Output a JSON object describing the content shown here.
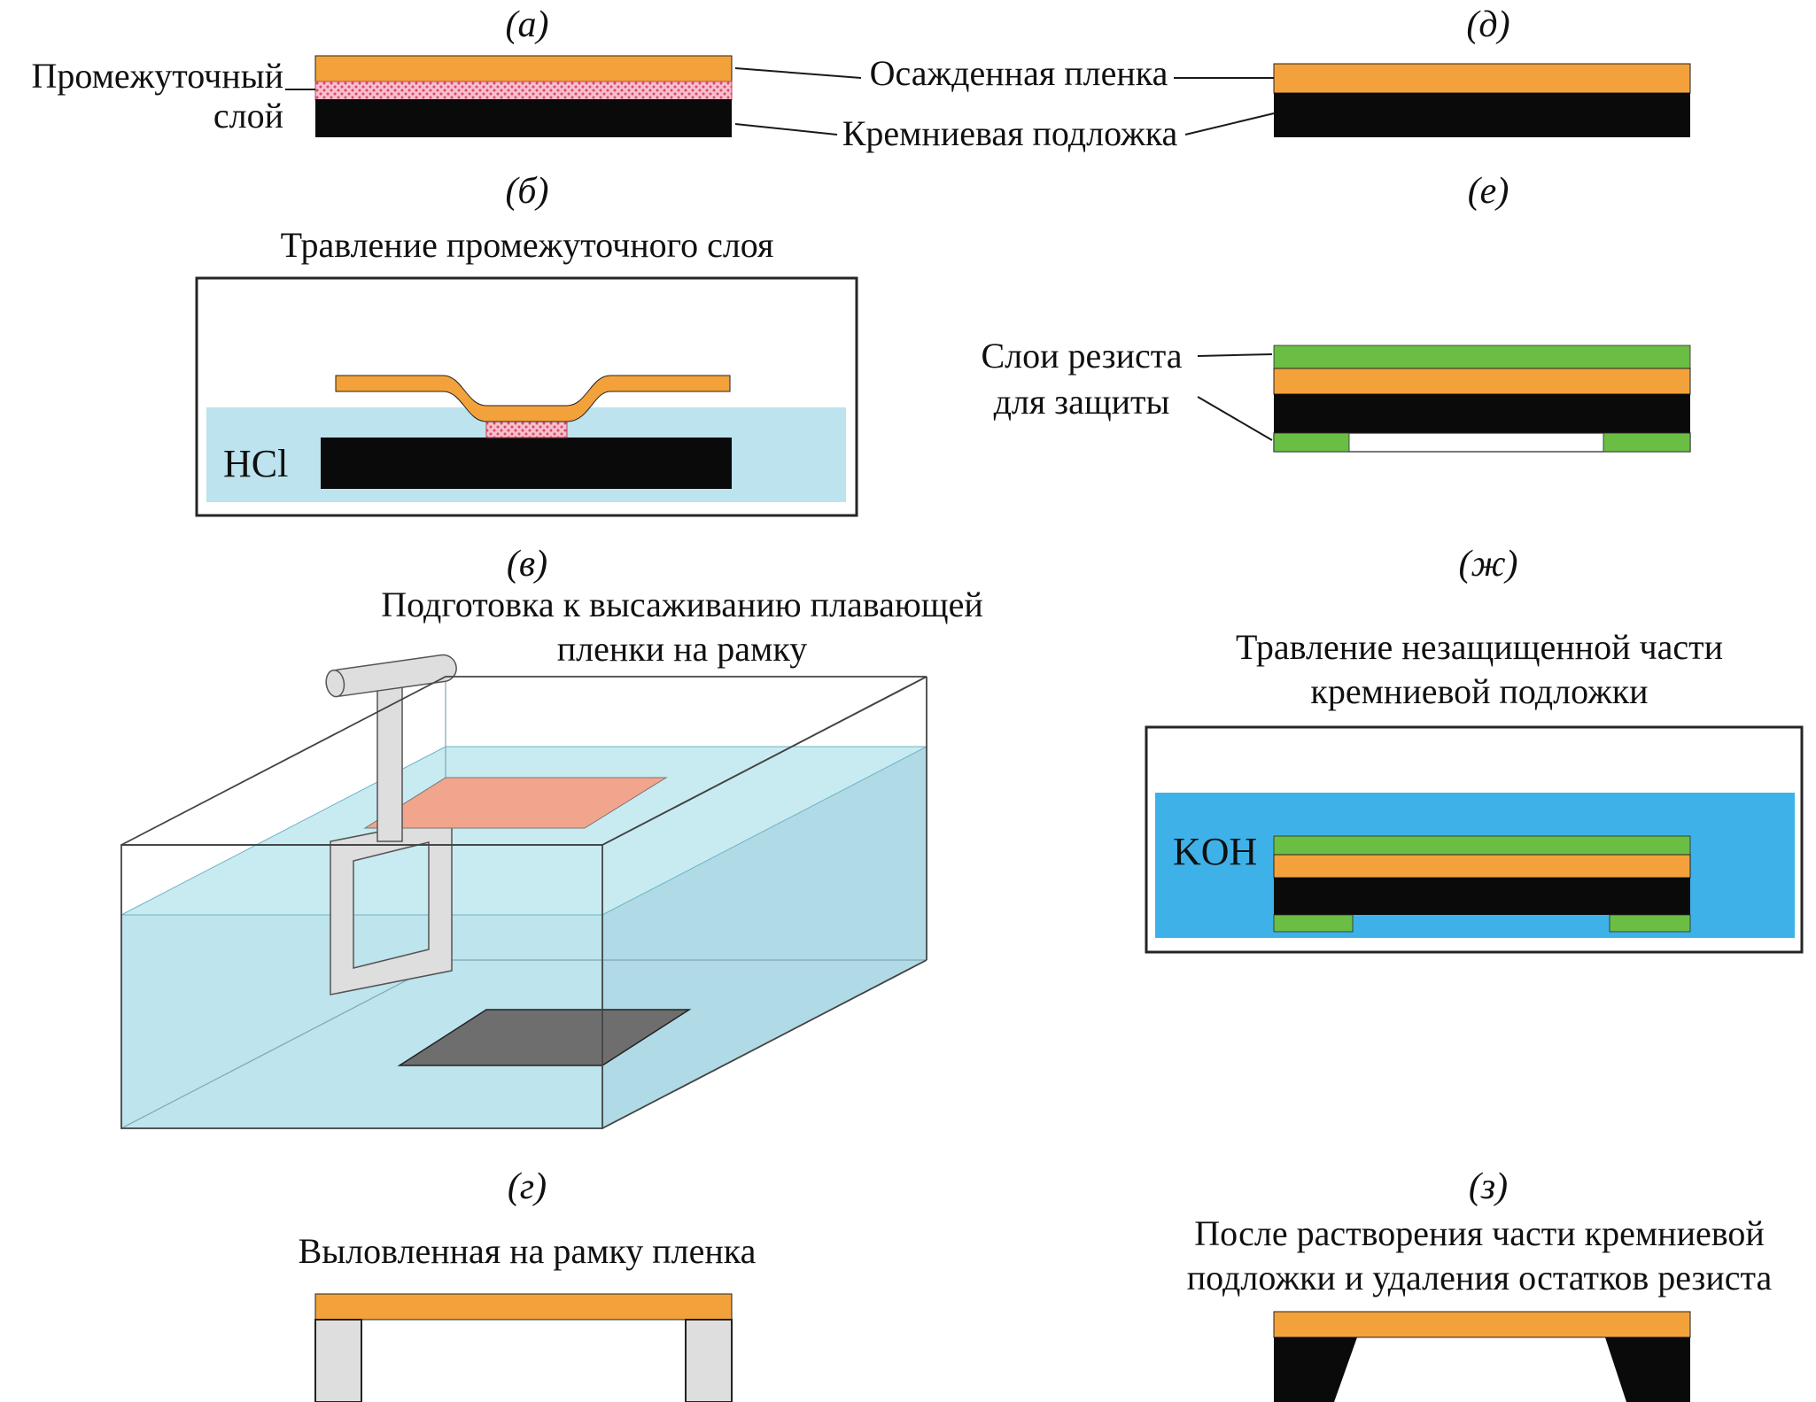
{
  "colors": {
    "orange": "#F3A23B",
    "pink": "#F7BFCB",
    "pink_dot": "#D9486B",
    "black": "#0A0A0A",
    "bath_light": "#BCE3EE",
    "bath_blue": "#3EB2E8",
    "green": "#6BBE44",
    "frame_gray": "#DEDEDE",
    "plate_gray": "#6E6E6E",
    "film_salmon": "#F2A58D",
    "water_front": "#BEE4ED",
    "water_side": "#B0DAE6",
    "water_surface": "#C8EBF2"
  },
  "top": {
    "panel_a_label": "(а)",
    "panel_d_label": "(д)",
    "intermediate_layer_label_line1": "Промежуточный",
    "intermediate_layer_label_line2": "слой",
    "deposited_film_label": "Осажденная пленка",
    "substrate_label": "Кремниевая подложка"
  },
  "panel_b": {
    "label": "(б)",
    "title": "Травление промежуточного слоя",
    "etchant": "HCl"
  },
  "panel_e": {
    "label": "(е)",
    "resist_callout_line1": "Слои резиста",
    "resist_callout_line2": "для защиты"
  },
  "panel_v": {
    "label": "(в)",
    "title_line1": "Подготовка к высаживанию плавающей",
    "title_line2": "пленки на рамку"
  },
  "panel_zh": {
    "label": "(ж)",
    "title_line1": "Травление  незащищенной части",
    "title_line2": "кремниевой подложки",
    "etchant": "KOH"
  },
  "panel_g": {
    "label": "(г)",
    "title": "Выловленная на рамку пленка"
  },
  "panel_z": {
    "label": "(з)",
    "title_line1": "После растворения части кремниевой",
    "title_line2": "подложки и удаления остатков резиста"
  }
}
